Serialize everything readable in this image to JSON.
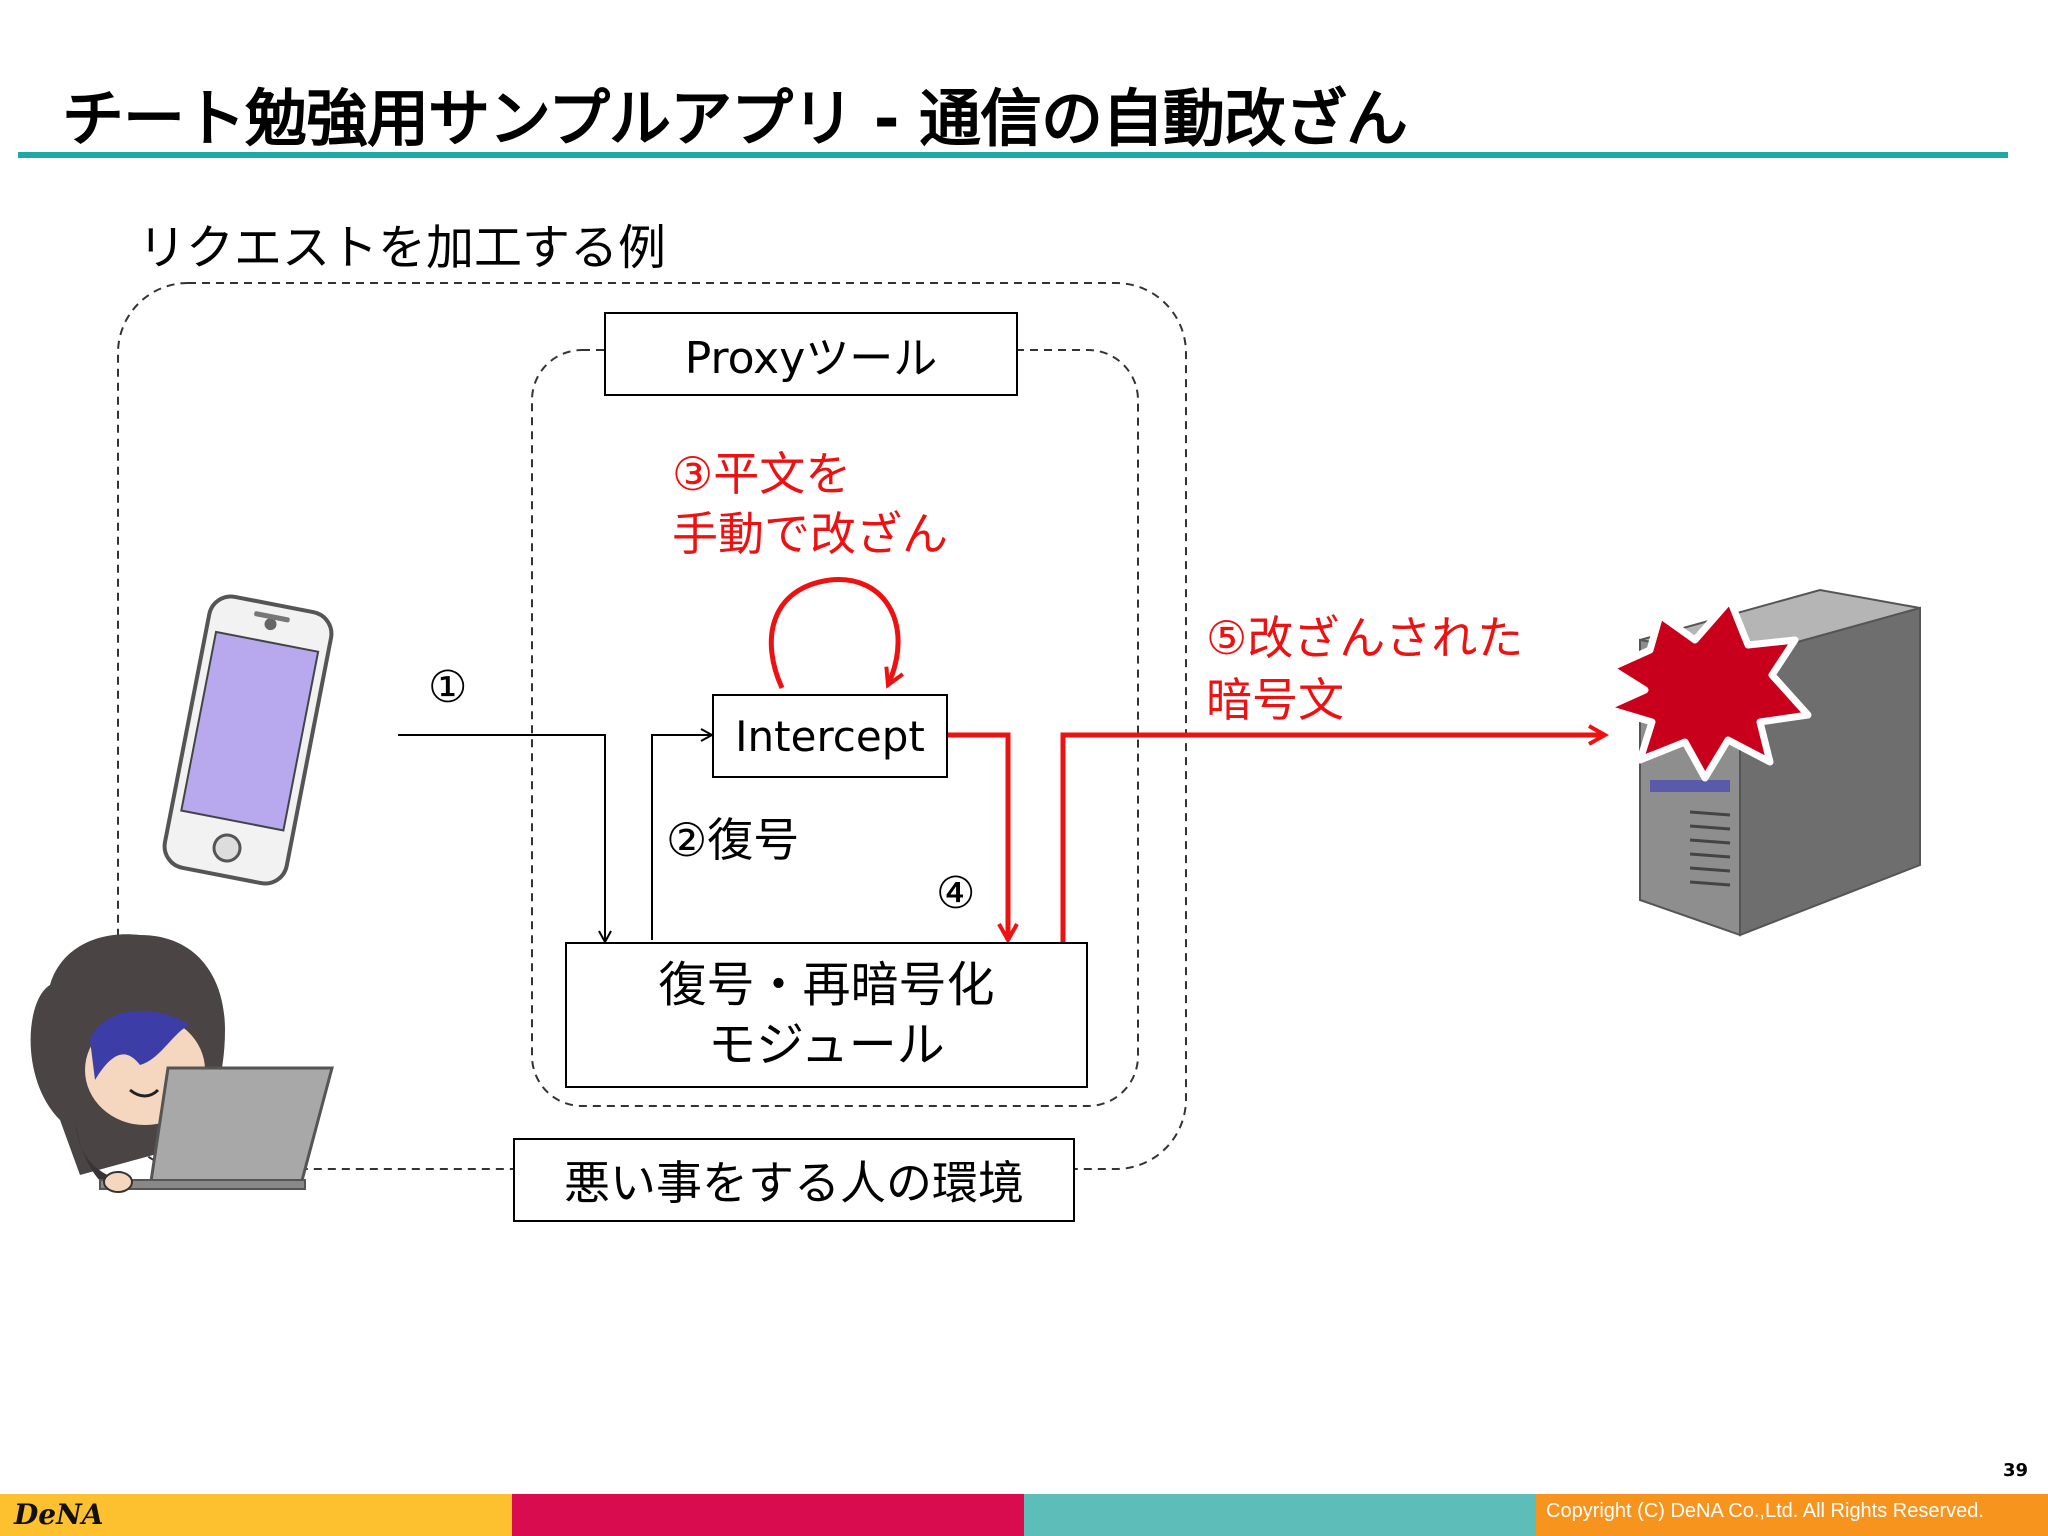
{
  "slide": {
    "title": "チート勉強用サンプルアプリ - 通信の自動改ざん",
    "subtitle": "リクエストを加工する例",
    "page_number": "39",
    "copyright": "Copyright (C) DeNA Co.,Ltd. All Rights Reserved.",
    "logo_text": "DeNA"
  },
  "diagram": {
    "proxy_tool_label": "Proxyツール",
    "intercept_label": "Intercept",
    "module_label_line1": "復号・再暗号化",
    "module_label_line2": "モジュール",
    "environment_label": "悪い事をする人の環境",
    "step1": "①",
    "step2": "②復号",
    "step3_line1": "③平文を",
    "step3_line2": "手動で改ざん",
    "step4": "④",
    "step5_line1": "⑤改ざんされた",
    "step5_line2": "暗号文"
  },
  "icons": [
    "smartphone-icon",
    "hacker-with-laptop-icon",
    "server-icon",
    "explosion-icon"
  ],
  "colors": {
    "accent_rule": "#1fa9a6",
    "tamper_red": "#ee1111",
    "footer_yellow": "#fdc12f",
    "footer_crimson": "#d80c4f",
    "footer_teal": "#5cbdb9",
    "footer_orange": "#f7941d"
  }
}
